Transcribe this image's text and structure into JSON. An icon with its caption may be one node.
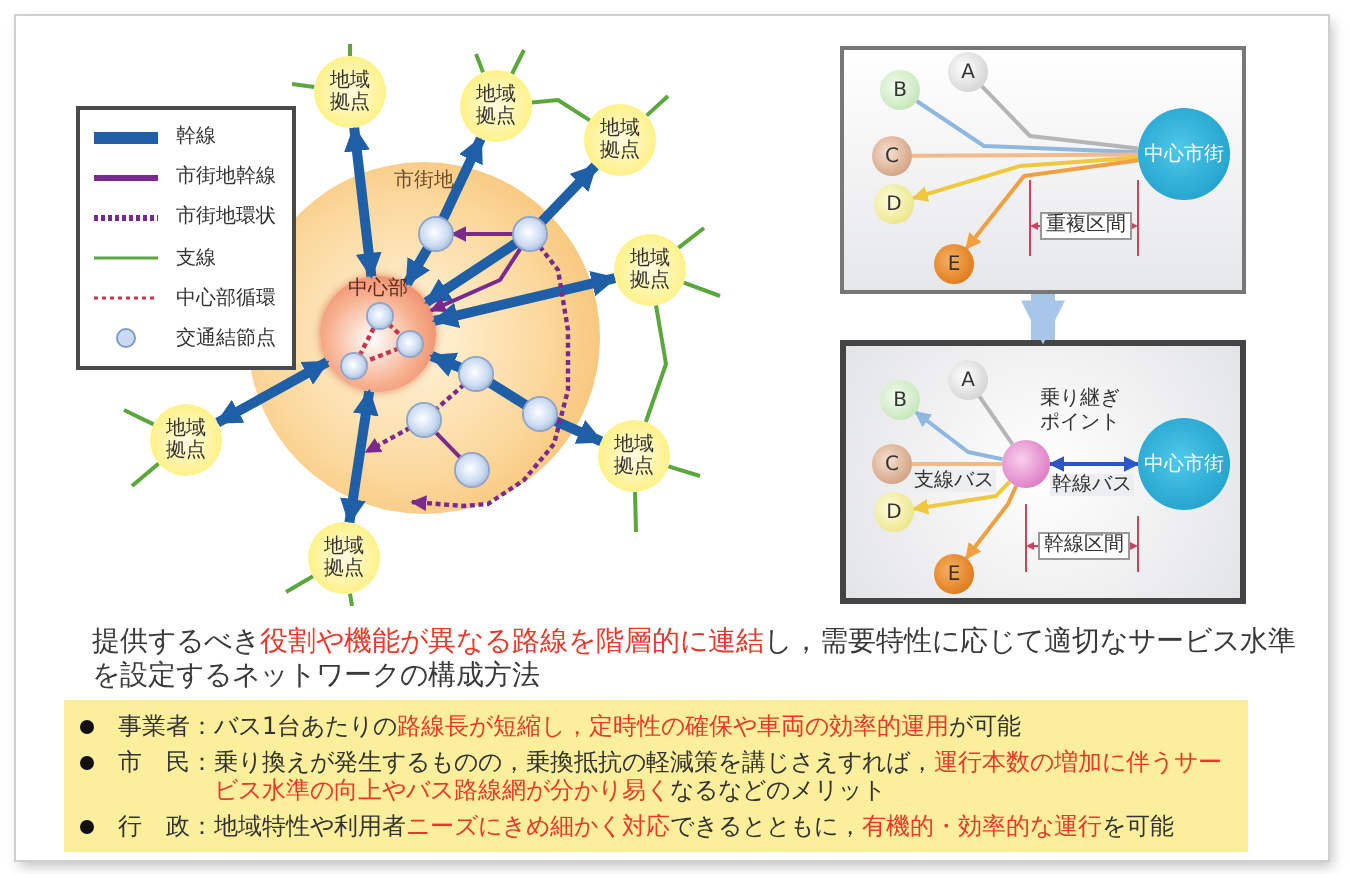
{
  "diagram": {
    "nodes": [
      {
        "text": [
          "市街地"
        ]
      },
      {
        "text": [
          "中心部"
        ],
        "in": 0
      },
      {
        "text": [],
        "shape": "circle",
        "in": 1
      },
      {
        "text": [],
        "shape": "circle",
        "in": 1
      },
      {
        "text": [],
        "shape": "circle",
        "in": 1
      },
      {
        "text": [],
        "shape": "circle",
        "in": 0
      },
      {
        "text": [],
        "shape": "circle",
        "in": 0
      },
      {
        "text": [],
        "shape": "circle",
        "in": 0
      },
      {
        "text": [],
        "shape": "circle",
        "in": 0
      },
      {
        "text": [],
        "shape": "circle",
        "in": 0
      },
      {
        "text": [],
        "shape": "circle",
        "in": 0
      },
      {
        "text": [
          "地域拠点"
        ]
      },
      {
        "text": [
          "地域拠点"
        ]
      },
      {
        "text": [
          "地域拠点"
        ]
      },
      {
        "text": [
          "地域拠点"
        ]
      },
      {
        "text": [
          "地域拠点"
        ]
      },
      {
        "text": [
          "地域拠点"
        ]
      },
      {
        "text": [
          "地域拠点"
        ]
      },
      {
        "text": [],
        "shape": "box"
      },
      {
        "text": [
          "A"
        ],
        "in": 18
      },
      {
        "text": [
          "B"
        ],
        "in": 18
      },
      {
        "text": [
          "C"
        ],
        "in": 18
      },
      {
        "text": [
          "D"
        ],
        "in": 18
      },
      {
        "text": [
          "E"
        ],
        "in": 18
      },
      {
        "text": [
          "中心市街"
        ],
        "in": 18
      },
      {
        "text": [],
        "shape": "box"
      },
      {
        "text": [
          "A"
        ],
        "in": 25
      },
      {
        "text": [
          "B"
        ],
        "in": 25
      },
      {
        "text": [
          "C"
        ],
        "in": 25
      },
      {
        "text": [
          "D"
        ],
        "in": 25
      },
      {
        "text": [
          "E"
        ],
        "in": 25
      },
      {
        "text": [],
        "shape": "circle",
        "in": 25,
        "beside": [
          "乗り継ぎポイント"
        ]
      },
      {
        "text": [
          "中心市街"
        ],
        "in": 25
      }
    ],
    "edges": [
      {
        "from": 1,
        "to": 11,
        "arrow": "both",
        "style": "thick",
        "color": "#1f5fa8"
      },
      {
        "from": 5,
        "to": 12,
        "arrow": "to",
        "style": "thick",
        "color": "#1f5fa8"
      },
      {
        "from": 5,
        "to": 1,
        "arrow": "to",
        "style": "thick",
        "color": "#1f5fa8"
      },
      {
        "from": 6,
        "to": 13,
        "arrow": "to",
        "style": "thick",
        "color": "#1f5fa8"
      },
      {
        "from": 6,
        "to": 1,
        "arrow": "to",
        "style": "thick",
        "color": "#1f5fa8"
      },
      {
        "from": 1,
        "to": 14,
        "arrow": "both",
        "style": "thick",
        "color": "#1f5fa8"
      },
      {
        "from": 7,
        "to": 1,
        "arrow": "to",
        "style": "thick",
        "color": "#1f5fa8"
      },
      {
        "from": 7,
        "to": 8,
        "arrow": "none",
        "style": "thick",
        "color": "#1f5fa8"
      },
      {
        "from": 8,
        "to": 15,
        "arrow": "to",
        "style": "thick",
        "color": "#1f5fa8"
      },
      {
        "from": 1,
        "to": 16,
        "arrow": "both",
        "style": "thick",
        "color": "#1f5fa8"
      },
      {
        "from": 1,
        "to": 17,
        "arrow": "both",
        "style": "thick",
        "color": "#1f5fa8"
      },
      {
        "from": 6,
        "to": 5,
        "arrow": "to",
        "color": "#7a2a8e"
      },
      {
        "from": 6,
        "to": 1,
        "arrow": "to",
        "color": "#7a2a8e"
      },
      {
        "from": 7,
        "to": 9,
        "arrow": "none",
        "style": "dashed",
        "color": "#7a2a8e"
      },
      {
        "from": 9,
        "to": 10,
        "arrow": "none",
        "color": "#7a2a8e"
      },
      {
        "from": 9,
        "to": null,
        "arrow": "to",
        "style": "dashed",
        "color": "#7a2a8e"
      },
      {
        "from": 6,
        "to": null,
        "arrow": "to",
        "style": "dashed",
        "color": "#7a2a8e"
      },
      {
        "from": 2,
        "to": 3,
        "arrow": "none",
        "style": "dashed",
        "color": "#c8344a"
      },
      {
        "from": 3,
        "to": 4,
        "arrow": "none",
        "style": "dashed",
        "color": "#c8344a"
      },
      {
        "from": 4,
        "to": 2,
        "arrow": "none",
        "style": "dashed",
        "color": "#c8344a"
      },
      {
        "from": 11,
        "to": null,
        "arrow": "none",
        "color": "#5aa83c"
      },
      {
        "from": 11,
        "to": null,
        "arrow": "none",
        "color": "#5aa83c"
      },
      {
        "from": 12,
        "to": null,
        "arrow": "none",
        "color": "#5aa83c"
      },
      {
        "from": 12,
        "to": null,
        "arrow": "none",
        "color": "#5aa83c"
      },
      {
        "from": 12,
        "to": 13,
        "arrow": "none",
        "color": "#5aa83c"
      },
      {
        "from": 13,
        "to": null,
        "arrow": "none",
        "color": "#5aa83c"
      },
      {
        "from": 14,
        "to": null,
        "arrow": "none",
        "color": "#5aa83c"
      },
      {
        "from": 14,
        "to": null,
        "arrow": "none",
        "color": "#5aa83c"
      },
      {
        "from": 14,
        "to": 15,
        "arrow": "none",
        "color": "#5aa83c"
      },
      {
        "from": 15,
        "to": null,
        "arrow": "none",
        "color": "#5aa83c"
      },
      {
        "from": 15,
        "to": null,
        "arrow": "none",
        "color": "#5aa83c"
      },
      {
        "from": 16,
        "to": null,
        "arrow": "none",
        "color": "#5aa83c"
      },
      {
        "from": 16,
        "to": null,
        "arrow": "none",
        "color": "#5aa83c"
      },
      {
        "from": 17,
        "to": null,
        "arrow": "none",
        "color": "#5aa83c"
      },
      {
        "from": 17,
        "to": null,
        "arrow": "none",
        "color": "#5aa83c"
      },
      {
        "from": 24,
        "to": 19,
        "arrow": "none",
        "color": "#b5b5b5"
      },
      {
        "from": 24,
        "to": 20,
        "arrow": "none",
        "color": "#8fb8e0"
      },
      {
        "from": 24,
        "to": 21,
        "arrow": "none",
        "color": "#f2b98a"
      },
      {
        "from": 24,
        "to": 22,
        "arrow": "to",
        "color": "#f0c83c"
      },
      {
        "from": 24,
        "to": 23,
        "arrow": "to",
        "color": "#f0a040"
      },
      {
        "from": 18,
        "to": 25,
        "arrow": "to",
        "style": "thick",
        "color": "#a8c6e8"
      },
      {
        "from": 31,
        "to": 26,
        "arrow": "none",
        "color": "#b5b5b5"
      },
      {
        "from": 31,
        "to": 27,
        "arrow": "to",
        "color": "#8fb8e0"
      },
      {
        "from": 31,
        "to": 28,
        "arrow": "none",
        "color": "#f2b98a"
      },
      {
        "from": 31,
        "to": 29,
        "arrow": "to",
        "color": "#f0c83c",
        "label": "支線バス"
      },
      {
        "from": 31,
        "to": 30,
        "arrow": "to",
        "color": "#f0a040"
      },
      {
        "from": 31,
        "to": 32,
        "arrow": "both",
        "color": "#2b55c8",
        "label": "幹線バス"
      }
    ],
    "labels": [
      "重複区間",
      "幹線区間",
      "提供するべき**役割や機能が異なる路線を階層的に連結**し，需要特性に応じて適切なサービス水準を設定するネットワークの構成方法",
      "事業者：バス1台あたりの**路線長が短縮し，定時性の確保や車両の効率的運用**が可能",
      "市　民：乗り換えが発生するものの，乗換抵抗の軽減策を講じさえすれば，**運行本数の増加に伴うサービス水準の向上やバス路線網が分かり易く**なるなどのメリット",
      "行　政：地域特性や利用者**ニーズにきめ細かく対応**できるとともに，**有機的・効率的な運行**を可能"
    ],
    "legend": [
      {
        "text": "幹線"
      },
      {
        "text": "市街地幹線"
      },
      {
        "text": "市街地環状"
      },
      {
        "text": "支線"
      },
      {
        "text": "中心部循環"
      },
      {
        "text": "交通結節点"
      }
    ]
  }
}
